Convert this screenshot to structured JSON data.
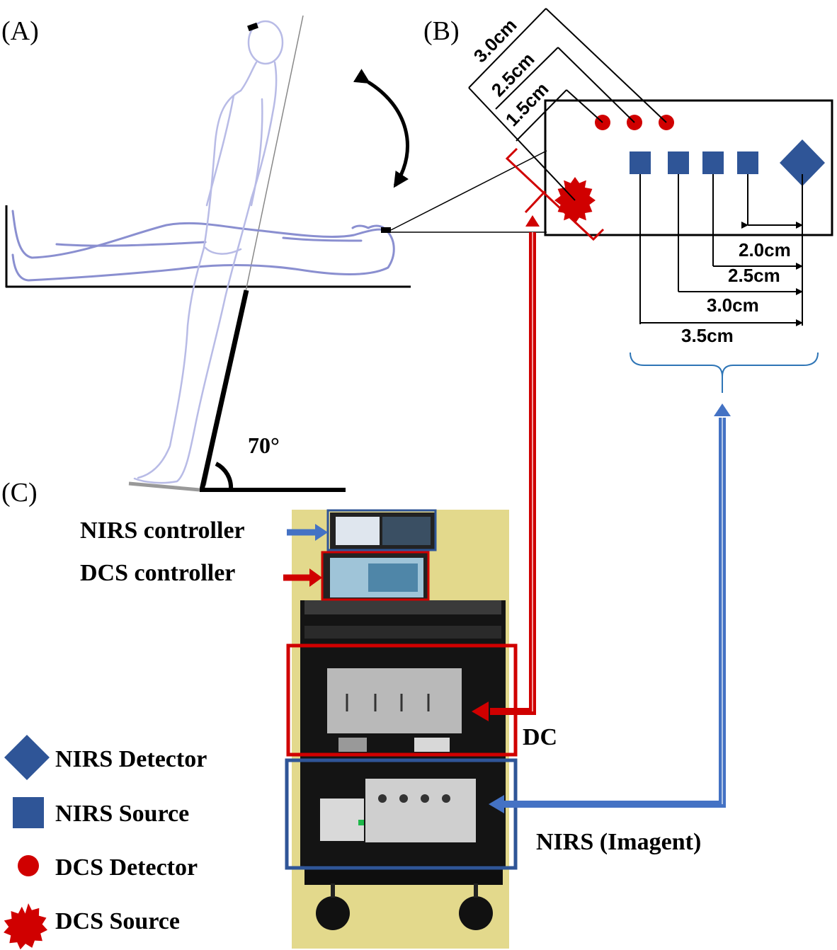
{
  "panels": {
    "a": "(A)",
    "b": "(B)",
    "c": "(C)"
  },
  "angle_label": "70°",
  "probe": {
    "dcs_separations": [
      "3.0cm",
      "2.5cm",
      "1.5cm"
    ],
    "nirs_separations": [
      "2.0cm",
      "2.5cm",
      "3.0cm",
      "3.5cm"
    ]
  },
  "instrument_labels": {
    "nirs_controller": "NIRS controller",
    "dcs_controller": "DCS controller",
    "dc": "DC",
    "nirs_imagent": "NIRS (Imagent)"
  },
  "legend": [
    {
      "symbol": "diamond",
      "label": "NIRS Detector"
    },
    {
      "symbol": "square",
      "label": "NIRS Source"
    },
    {
      "symbol": "circle",
      "label": "DCS Detector"
    },
    {
      "symbol": "star",
      "label": "DCS Source"
    }
  ],
  "colors": {
    "nirs": "#2f5597",
    "dcs": "#d00000",
    "figure_outline": "#8a8fd0",
    "photo_background": "#e3d98c"
  }
}
